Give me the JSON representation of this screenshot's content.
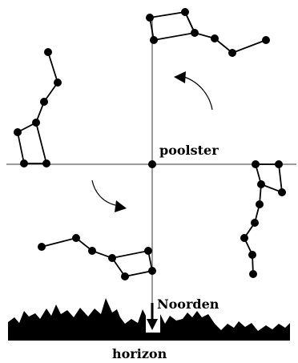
{
  "labels": {
    "pole_star": "poolster",
    "north": "Noorden",
    "horizon": "horizon"
  },
  "constellations": [
    {
      "id": "top",
      "orientation": "rotated-180",
      "position": "above pole star"
    },
    {
      "id": "left",
      "orientation": "rotated-90",
      "position": "left of pole star"
    },
    {
      "id": "right",
      "orientation": "rotated-270",
      "position": "right of pole star"
    },
    {
      "id": "bottom",
      "orientation": "upright",
      "position": "below pole star"
    }
  ],
  "rotation_arrows": [
    {
      "id": "arrow-upper-right",
      "direction": "counter-clockwise"
    },
    {
      "id": "arrow-lower-left",
      "direction": "counter-clockwise"
    }
  ],
  "colors": {
    "ink": "#000000",
    "axis": "#9a9a9a",
    "background": "#ffffff"
  }
}
